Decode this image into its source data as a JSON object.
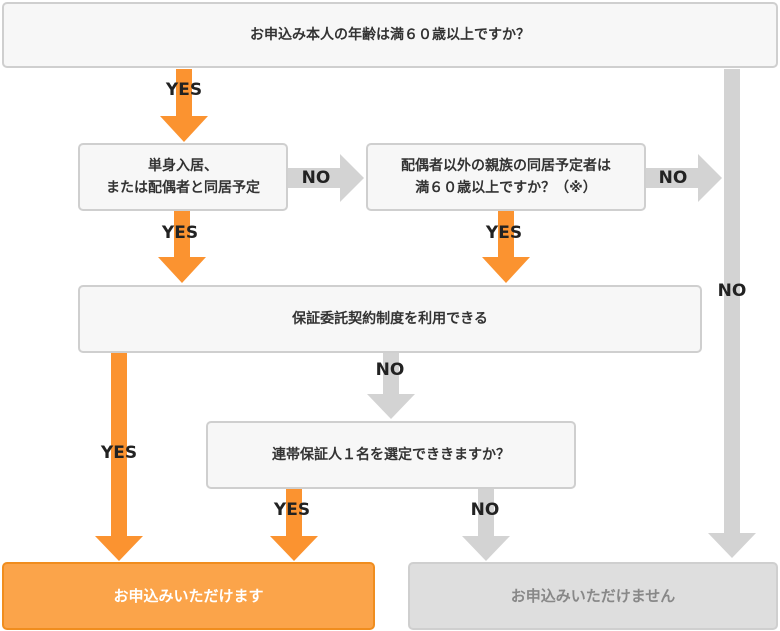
{
  "colors": {
    "yes": "#fb9330",
    "no": "#d3d3d3"
  },
  "nodes": {
    "q_age": "お申込み本人の年齢は満６０歳以上ですか？",
    "q_single": [
      "単身入居、",
      "または配偶者と同居予定"
    ],
    "q_relatives": [
      "配偶者以外の親族の同居予定者は",
      "満６０歳以上ですか？（※）"
    ],
    "guarantee": "保証委託契約制度を利用できる",
    "q_guarantor": "連帯保証人１名を選定でききますか？",
    "result_ok": "お申込みいただけます",
    "result_ng": "お申込みいただけません"
  },
  "edge_labels": {
    "yes": "YES",
    "no": "NO"
  }
}
